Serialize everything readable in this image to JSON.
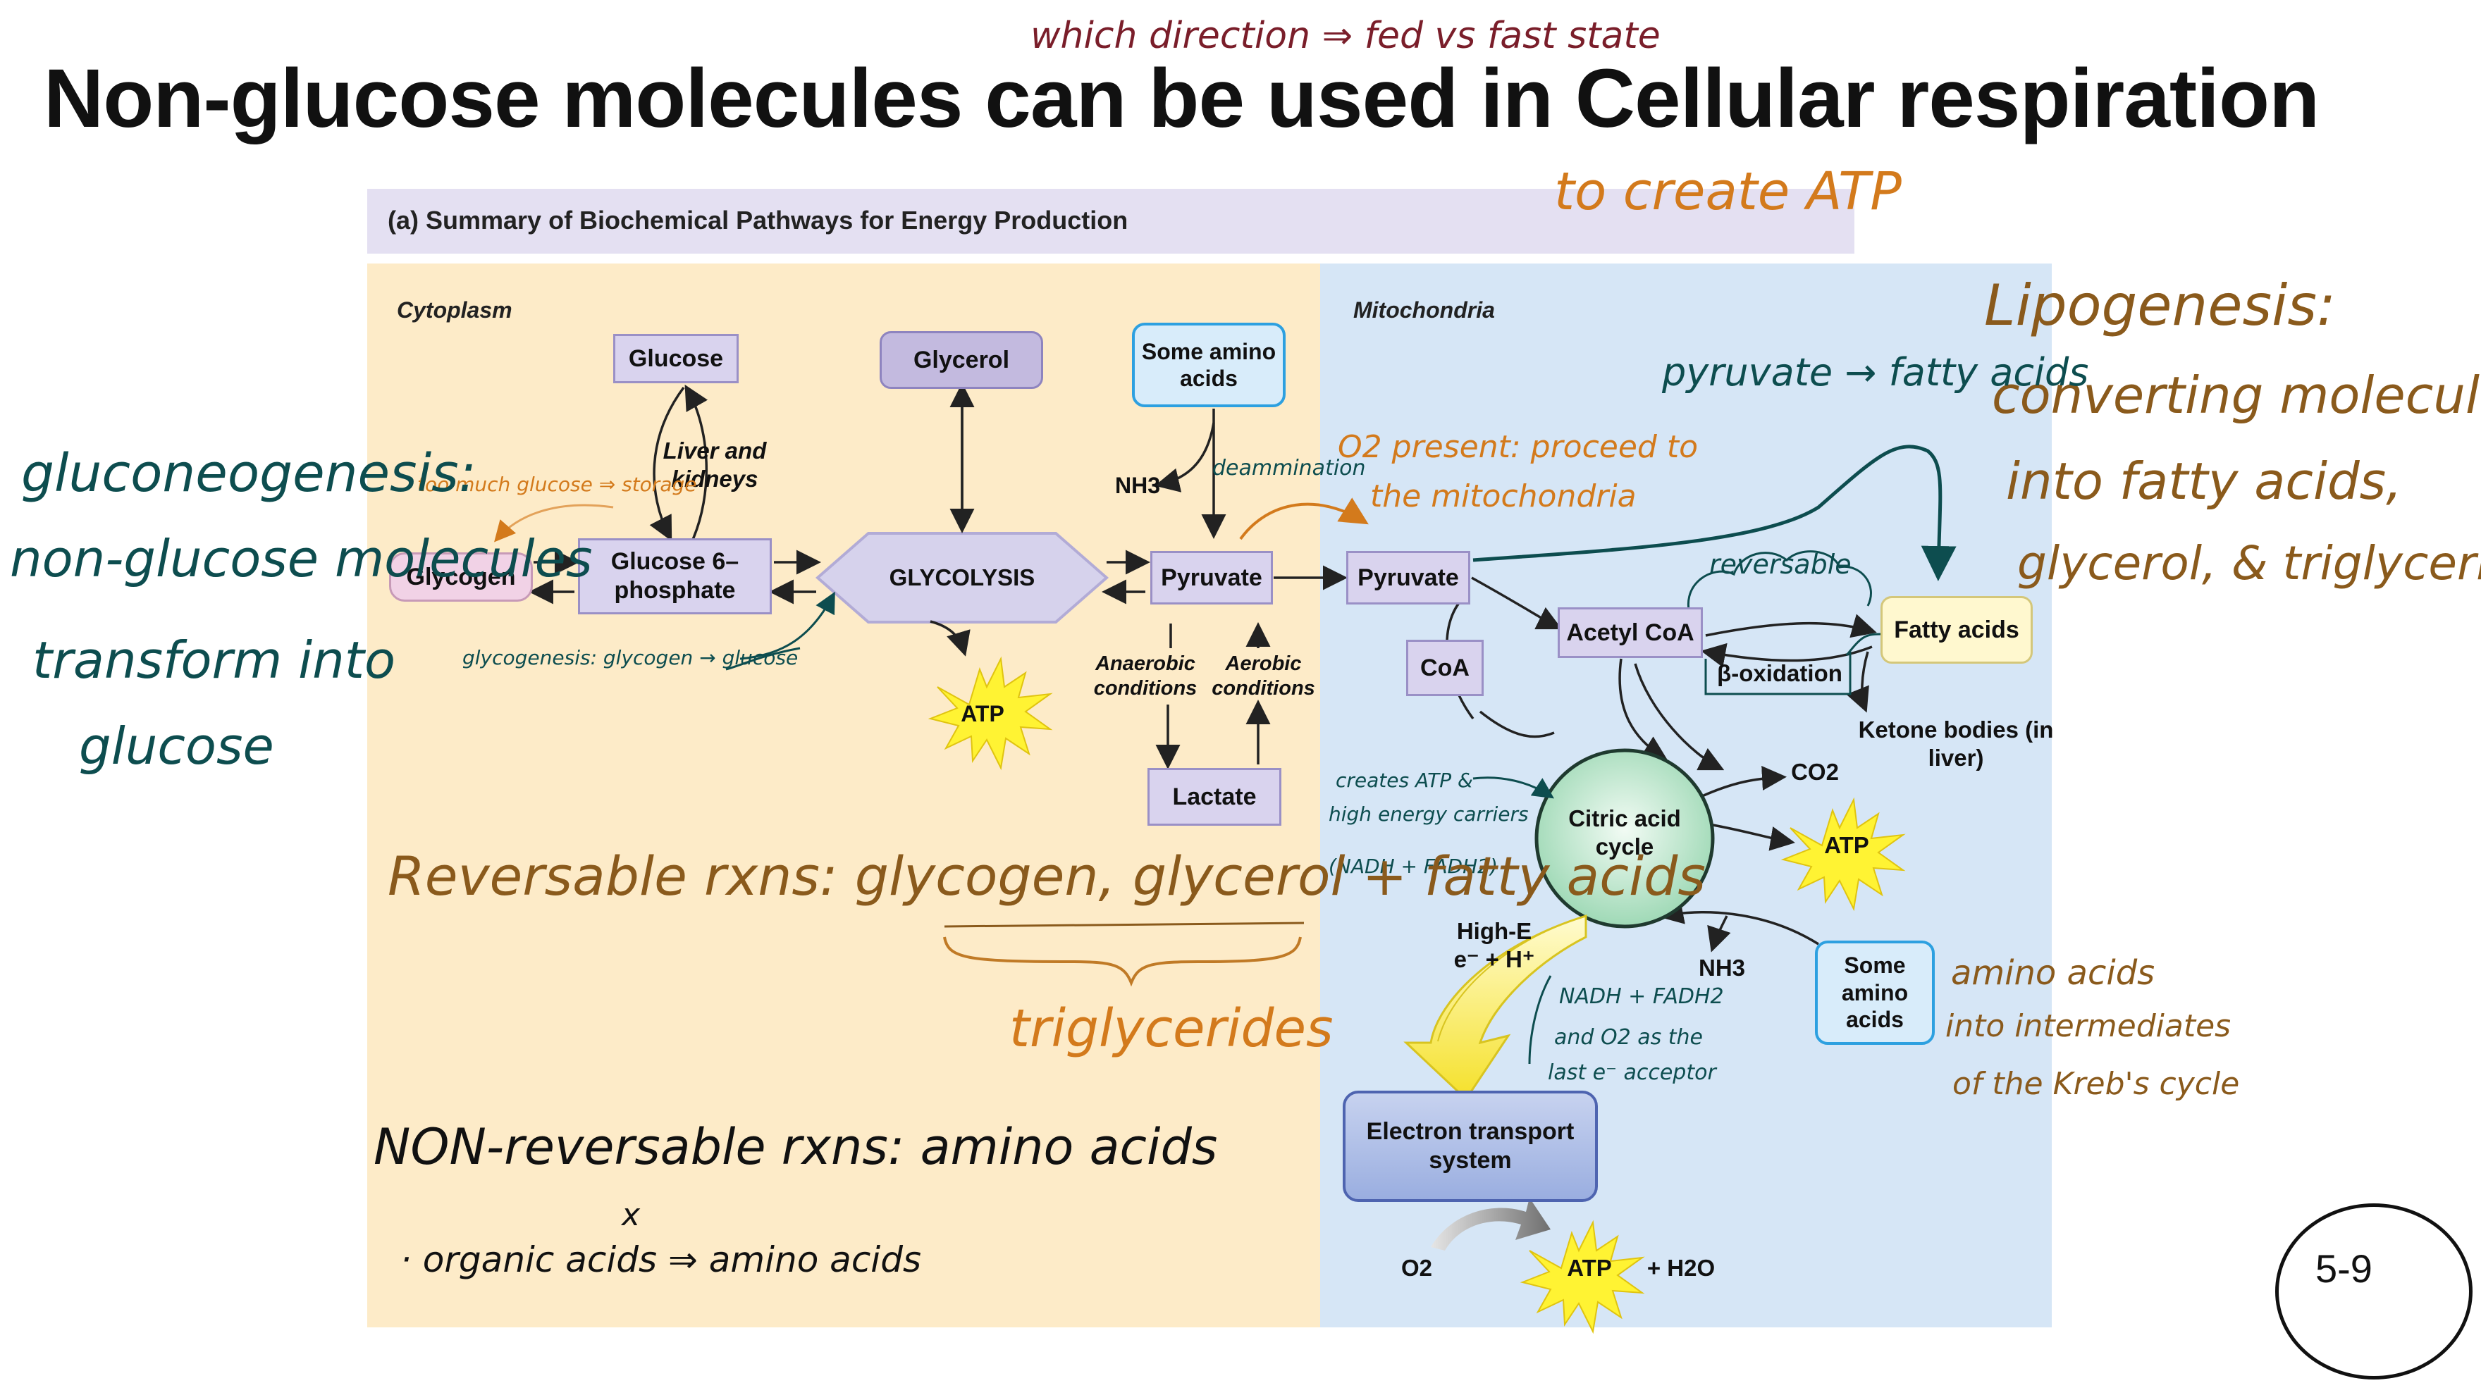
{
  "title": "Non-glucose molecules can be used in Cellular respiration",
  "panel_title": "(a) Summary of Biochemical Pathways for Energy Production",
  "regions": {
    "cytoplasm": "Cytoplasm",
    "mitochondria": "Mitochondria"
  },
  "nodes": {
    "glucose": "Glucose",
    "glycerol": "Glycerol",
    "some_amino_acids_top": "Some amino acids",
    "liver_kidneys": "Liver and kidneys",
    "glycogen": "Glycogen",
    "glucose6p": "Glucose 6–phosphate",
    "glycolysis": "GLYCOLYSIS",
    "pyruvate_cyto": "Pyruvate",
    "pyruvate_mito": "Pyruvate",
    "nh3_top": "NH3",
    "atp_glycolysis": "ATP",
    "anaerobic": "Anaerobic conditions",
    "aerobic": "Aerobic conditions",
    "lactate": "Lactate",
    "coa": "CoA",
    "acetyl_coa": "Acetyl CoA",
    "fatty_acids": "Fatty acids",
    "beta_oxidation": "β-oxidation",
    "ketone_bodies": "Ketone bodies (in liver)",
    "co2": "CO2",
    "citric_acid_cycle": "Citric acid cycle",
    "atp_cycle": "ATP",
    "high_e": "High-E e⁻ + H⁺",
    "nh3_bottom": "NH3",
    "some_amino_acids_bottom": "Some amino acids",
    "ets": "Electron transport system",
    "o2": "O2",
    "atp_ets": "ATP",
    "h2o": "+ H2O"
  },
  "notes": {
    "which_direction": "which direction ⇒ fed vs fast state",
    "to_create_atp": "to create ATP",
    "lipogenesis_title": "Lipogenesis:",
    "lipogenesis_1": "converting molecules",
    "lipogenesis_2": "into fatty acids,",
    "lipogenesis_3": "glycerol, & triglycerides",
    "pyruvate_fatty": "pyruvate → fatty acids",
    "o2_present_1": "O2 present: proceed to",
    "o2_present_2": "the mitochondria",
    "deammination": "deammination",
    "too_much_glucose": "too much glucose ⇒ storage",
    "glycogenesis": "glycogenesis: glycogen → glucose",
    "gluconeogenesis_1": "gluconeogenesis:",
    "gluconeogenesis_2": "non-glucose molecules",
    "gluconeogenesis_3": "transform into",
    "gluconeogenesis_4": "glucose",
    "reversible": "reversable",
    "creates_atp_1": "creates ATP &",
    "creates_atp_2": "high energy carriers",
    "creates_atp_3": "(NADH + FADH2)",
    "nadh_1": "NADH + FADH2",
    "nadh_2": "and O2 as the",
    "nadh_3": "last e⁻ acceptor",
    "reversible_rxns": "Reversable rxns: glycogen, glycerol + fatty acids",
    "triglycerides": "triglycerides",
    "non_reversible": "NON-reversable rxns: amino acids",
    "organic_acids": "· organic acids ⇒ amino acids",
    "x_mark": "x",
    "amino_1": "amino acids",
    "amino_2": "into intermediates",
    "amino_3": "of the Kreb's cycle"
  },
  "badge": "5-9",
  "colors": {
    "teal_ink": "#0d4d4f",
    "brown_ink": "#8a5a1c",
    "orange_ink": "#d37a1c"
  }
}
